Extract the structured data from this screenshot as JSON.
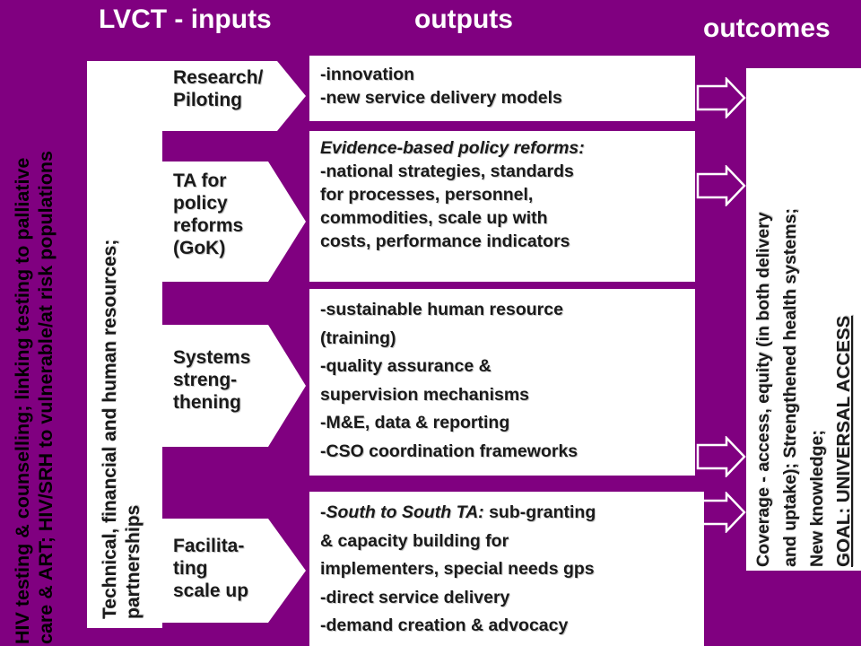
{
  "colors": {
    "background": "#800080",
    "box": "#ffffff",
    "header_text": "#ffffff",
    "body_text": "#1a1a1a",
    "arrow_stroke": "#ffffff"
  },
  "headers": {
    "inputs": "LVCT - inputs",
    "outputs": "outputs",
    "outcomes": "outcomes"
  },
  "left_vertical": {
    "line1": "HIV testing & counselling; linking testing to palliative",
    "line2": "care & ART; HIV/SRH to vulnerable/at risk populations"
  },
  "inputs_box": {
    "line1": "Technical, financial and human resources;",
    "line2": "partnerships"
  },
  "activities": [
    {
      "lines": [
        "Research/",
        "Piloting"
      ]
    },
    {
      "lines": [
        "TA for",
        "policy",
        "reforms",
        "(GoK)"
      ]
    },
    {
      "lines": [
        "Systems",
        "streng-",
        "thening"
      ]
    },
    {
      "lines": [
        "Facilita-",
        "ting",
        "scale up"
      ]
    }
  ],
  "outputs": [
    {
      "lines": [
        "-innovation",
        "-new service delivery models"
      ]
    },
    {
      "lines": [
        "Evidence-based policy reforms:",
        "-national strategies, standards",
        "for processes, personnel,",
        "commodities, scale up with",
        "costs, performance indicators"
      ]
    },
    {
      "lines": [
        "-sustainable human resource",
        "(training)",
        "-quality assurance &",
        "supervision mechanisms",
        "-M&E, data & reporting",
        "-CSO coordination frameworks"
      ]
    },
    {
      "south_prefix": "-",
      "south_italic": "South to South TA:",
      "south_rest": " sub-granting",
      "lines": [
        "& capacity building for",
        "implementers, special needs gps",
        "-direct service delivery",
        "-demand creation & advocacy"
      ]
    }
  ],
  "outcomes": {
    "line1": "Coverage - access, equity (in both delivery",
    "line2": "and uptake); Strengthened health systems;",
    "line3": "New knowledge;",
    "goal": "GOAL: UNIVERSAL ACCESS"
  }
}
